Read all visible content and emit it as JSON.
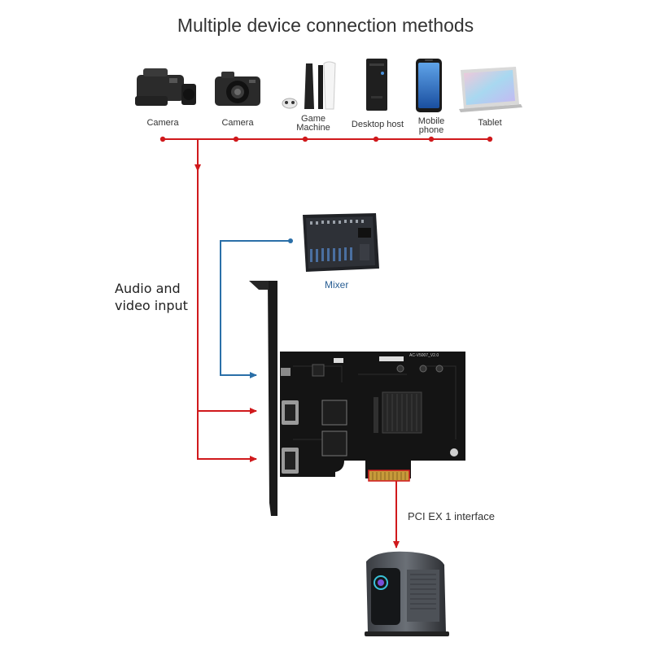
{
  "title": "Multiple device connection methods",
  "devices": [
    {
      "label": "Camera",
      "icon": "video-camera-icon"
    },
    {
      "label": "Camera",
      "icon": "photo-camera-icon"
    },
    {
      "label": "Game\nMachine",
      "icon": "game-console-icon"
    },
    {
      "label": "Desktop host",
      "icon": "desktop-tower-icon"
    },
    {
      "label": "Mobile\nphone",
      "icon": "mobile-phone-icon"
    },
    {
      "label": "Tablet",
      "icon": "tablet-icon"
    }
  ],
  "side_label": "Audio and\nvideo input",
  "mixer": {
    "label": "Mixer",
    "icon": "audio-mixer-icon"
  },
  "card": {
    "label_text": "AC-V5007_V2.0",
    "icon": "capture-card-icon"
  },
  "pci_label": "PCI EX 1 interface",
  "pc_icon": "pc-case-icon",
  "colors": {
    "red": "#d0191c",
    "blue": "#2a6fa8",
    "board": "#141414"
  }
}
